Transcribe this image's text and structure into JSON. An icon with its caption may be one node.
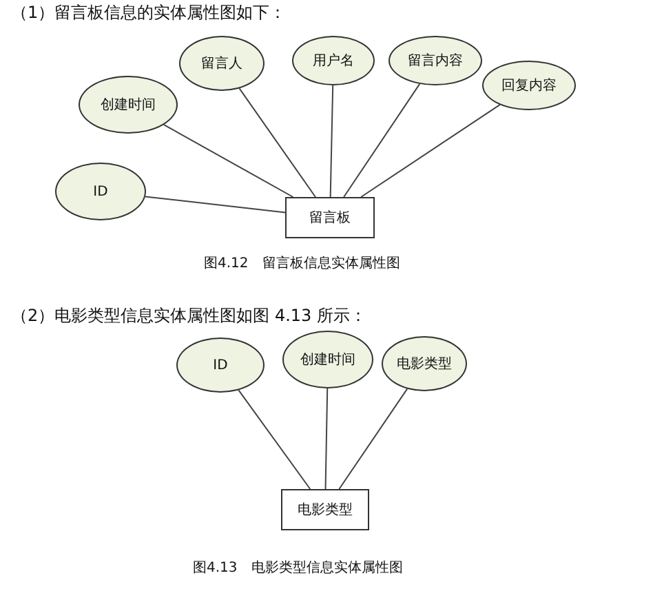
{
  "diagram": {
    "nodes": [
      {
        "text": [
          "留言人"
        ]
      },
      {
        "text": [
          "用户名"
        ]
      },
      {
        "text": [
          "留言内容"
        ]
      },
      {
        "text": [
          "创建时间"
        ]
      },
      {
        "text": [
          "回复内容"
        ]
      },
      {
        "text": [
          "ID"
        ]
      },
      {
        "text": [
          "留言板"
        ]
      },
      {
        "text": [
          "ID"
        ]
      },
      {
        "text": [
          "创建时间"
        ]
      },
      {
        "text": [
          "电影类型"
        ]
      },
      {
        "text": [
          "电影类型"
        ]
      }
    ],
    "edges": [
      {
        "from": 6,
        "to": 0,
        "arrow": "none"
      },
      {
        "from": 6,
        "to": 1,
        "arrow": "none"
      },
      {
        "from": 6,
        "to": 2,
        "arrow": "none"
      },
      {
        "from": 6,
        "to": 3,
        "arrow": "none"
      },
      {
        "from": 6,
        "to": 4,
        "arrow": "none"
      },
      {
        "from": 6,
        "to": 5,
        "arrow": "none"
      },
      {
        "from": 10,
        "to": 7,
        "arrow": "none"
      },
      {
        "from": 10,
        "to": 8,
        "arrow": "none"
      },
      {
        "from": 10,
        "to": 9,
        "arrow": "none"
      }
    ],
    "labels": [
      "（1）留言板信息的实体属性图如下：",
      "图4.12　留言板信息实体属性图",
      "（2）电影类型信息实体属性图如图 4.13 所示：",
      "图4.13　电影类型信息实体属性图"
    ]
  }
}
